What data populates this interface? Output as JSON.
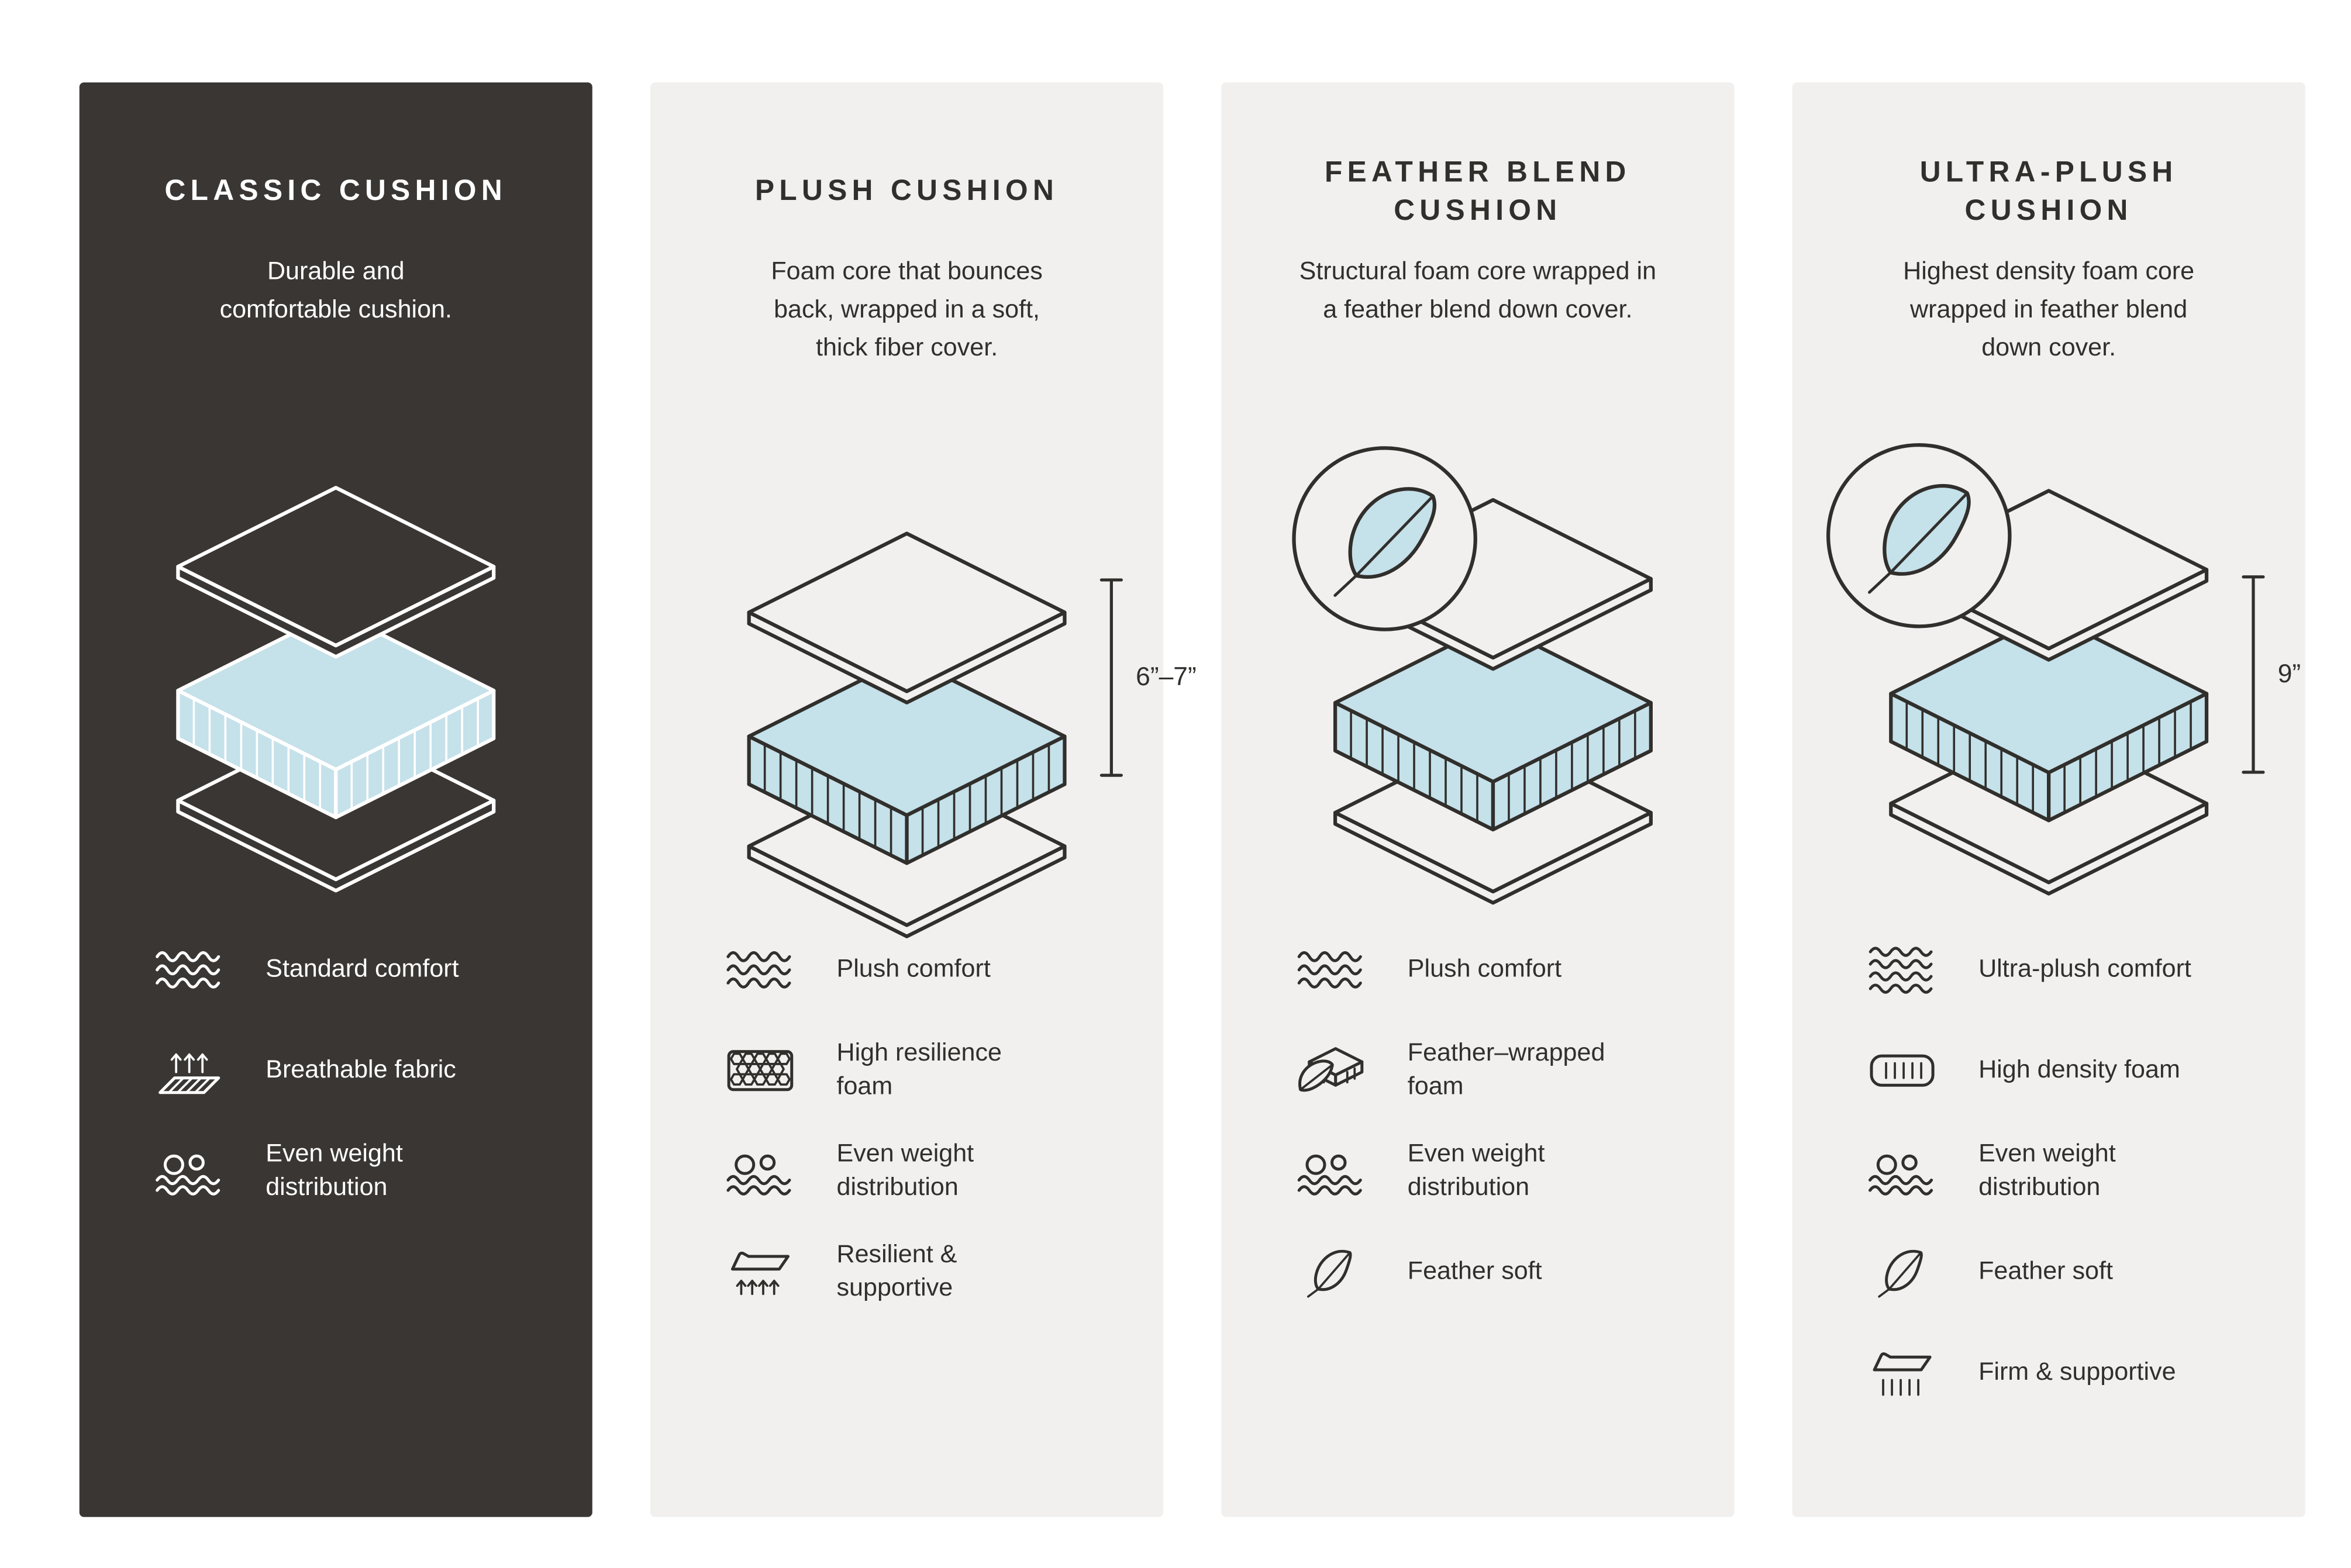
{
  "colors": {
    "page_background": "#ffffff",
    "dark_panel": "#3a3633",
    "light_panel": "#f1f0ee",
    "foam_blue": "#c5e1ea",
    "ink": "#312f2c",
    "dark_panel_text": "#ffffff"
  },
  "panels": [
    {
      "id": "classic",
      "theme": "dark",
      "title": "CLASSIC CUSHION",
      "description": "Durable and\ncomfortable cushion.",
      "features": [
        {
          "icon": "waves-icon",
          "label": "Standard comfort"
        },
        {
          "icon": "breathable-fabric-icon",
          "label": "Breathable fabric"
        },
        {
          "icon": "even-weight-icon",
          "label": "Even weight\ndistribution"
        }
      ]
    },
    {
      "id": "plush",
      "theme": "light",
      "title": "PLUSH CUSHION",
      "description": "Foam core that bounces\nback, wrapped in a soft,\nthick fiber cover.",
      "dimension": "6”–7”",
      "features": [
        {
          "icon": "waves-icon",
          "label": "Plush comfort"
        },
        {
          "icon": "honeycomb-foam-icon",
          "label": "High resilience\nfoam"
        },
        {
          "icon": "even-weight-icon",
          "label": "Even weight\ndistribution"
        },
        {
          "icon": "spring-support-icon",
          "label": "Resilient &\nsupportive"
        }
      ]
    },
    {
      "id": "feather-blend",
      "theme": "light",
      "title": "FEATHER BLEND\nCUSHION",
      "description": "Structural foam core wrapped in\na feather blend down cover.",
      "badge": "feather",
      "features": [
        {
          "icon": "waves-icon",
          "label": "Plush comfort"
        },
        {
          "icon": "feather-wrapped-foam-icon",
          "label": "Feather–wrapped\nfoam"
        },
        {
          "icon": "even-weight-icon",
          "label": "Even weight\ndistribution"
        },
        {
          "icon": "feather-icon",
          "label": "Feather soft"
        }
      ]
    },
    {
      "id": "ultra-plush",
      "theme": "light",
      "title": "ULTRA-PLUSH\nCUSHION",
      "description": "Highest density foam core\nwrapped in feather blend\ndown cover.",
      "badge": "feather",
      "dimension": "9”",
      "features": [
        {
          "icon": "waves-4-icon",
          "label": "Ultra-plush comfort"
        },
        {
          "icon": "high-density-foam-icon",
          "label": "High density foam"
        },
        {
          "icon": "even-weight-icon",
          "label": "Even weight\ndistribution"
        },
        {
          "icon": "feather-icon",
          "label": "Feather soft"
        },
        {
          "icon": "firm-support-icon",
          "label": "Firm & supportive"
        }
      ]
    }
  ]
}
